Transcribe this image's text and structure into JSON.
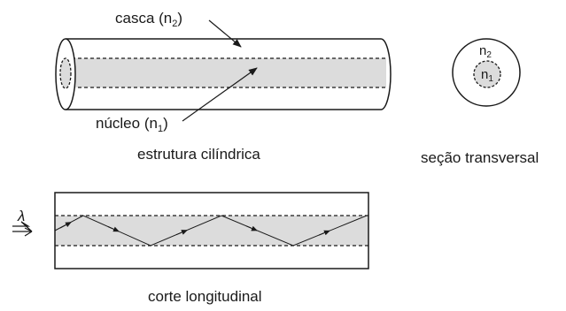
{
  "labels": {
    "cladding_word": "casca (n",
    "cladding_sub": "2",
    "core_word": "núcleo (n",
    "core_sub": "1",
    "close_paren": ")",
    "cylinder_caption": "estrutura cilíndrica",
    "cross_section_caption": "seção transversal",
    "cross_section_outer_n": "n",
    "cross_section_outer_sub": "2",
    "cross_section_inner_n": "n",
    "cross_section_inner_sub": "1",
    "wavelength_symbol": "λ",
    "longitudinal_caption": "corte longitudinal"
  },
  "colors": {
    "line": "#1a1a1a",
    "core_fill": "#dcdcdc",
    "background": "#ffffff"
  }
}
